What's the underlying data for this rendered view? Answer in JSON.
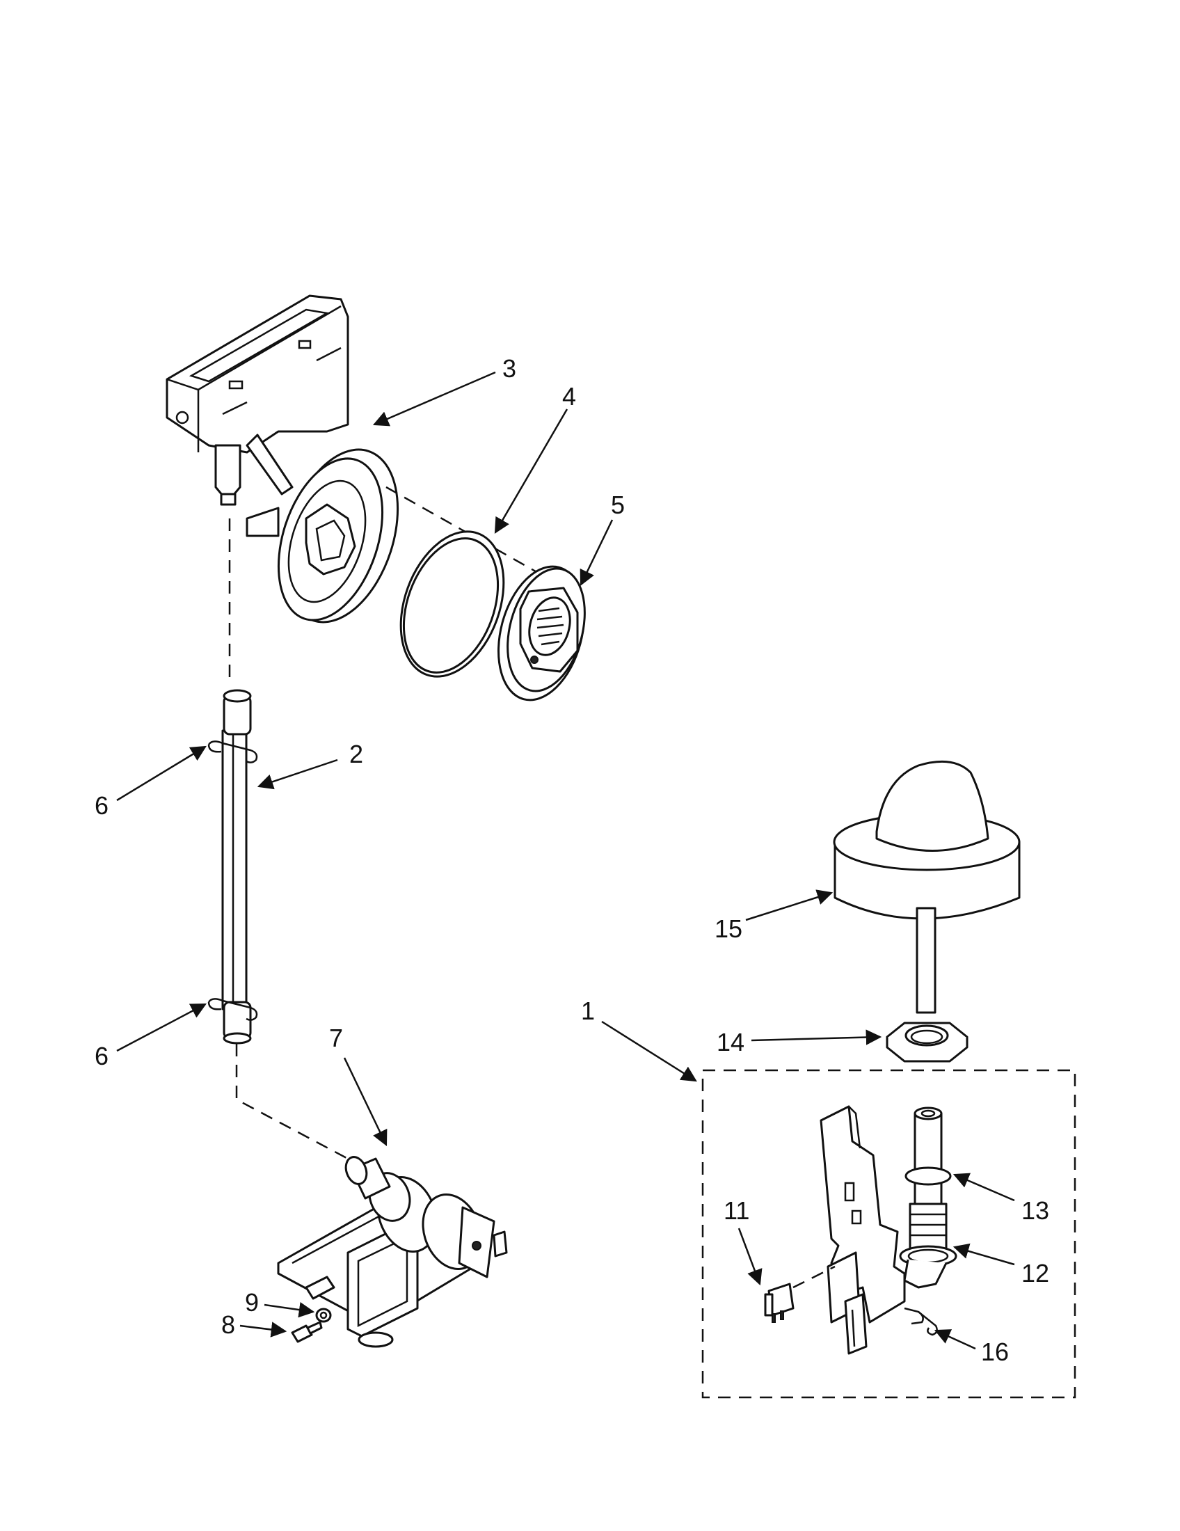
{
  "colors": {
    "ink": "#111111",
    "paper": "#ffffff"
  },
  "callouts": {
    "c1": "1",
    "c2": "2",
    "c3": "3",
    "c4": "4",
    "c5": "5",
    "c6a": "6",
    "c6b": "6",
    "c7": "7",
    "c8": "8",
    "c9": "9",
    "c11": "11",
    "c12": "12",
    "c13": "13",
    "c14": "14",
    "c15": "15",
    "c16": "16"
  }
}
